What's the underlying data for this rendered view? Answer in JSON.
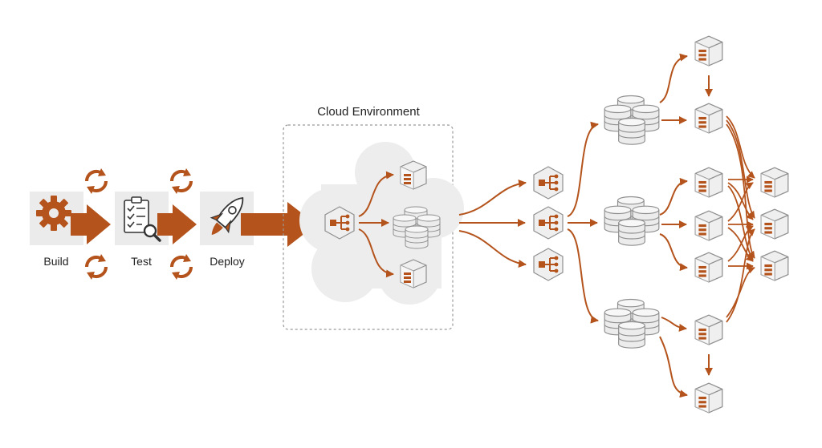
{
  "stages": [
    {
      "id": "build",
      "label": "Build",
      "icon": "gear-icon"
    },
    {
      "id": "test",
      "label": "Test",
      "icon": "checklist-magnifier-icon"
    },
    {
      "id": "deploy",
      "label": "Deploy",
      "icon": "rocket-icon"
    }
  ],
  "cloud": {
    "title": "Cloud Environment"
  },
  "colors": {
    "accent": "#B4531C",
    "panel": "#EBEBEB",
    "cloud": "#EDEDED",
    "server": "#EFEFEF",
    "server_edge": "#8F8F8F",
    "text": "#222222"
  },
  "icons": {
    "load_balancer": "load-balancer-icon",
    "database": "database-cluster-icon",
    "server": "server-icon",
    "cycle": "refresh-cycle-icon"
  }
}
